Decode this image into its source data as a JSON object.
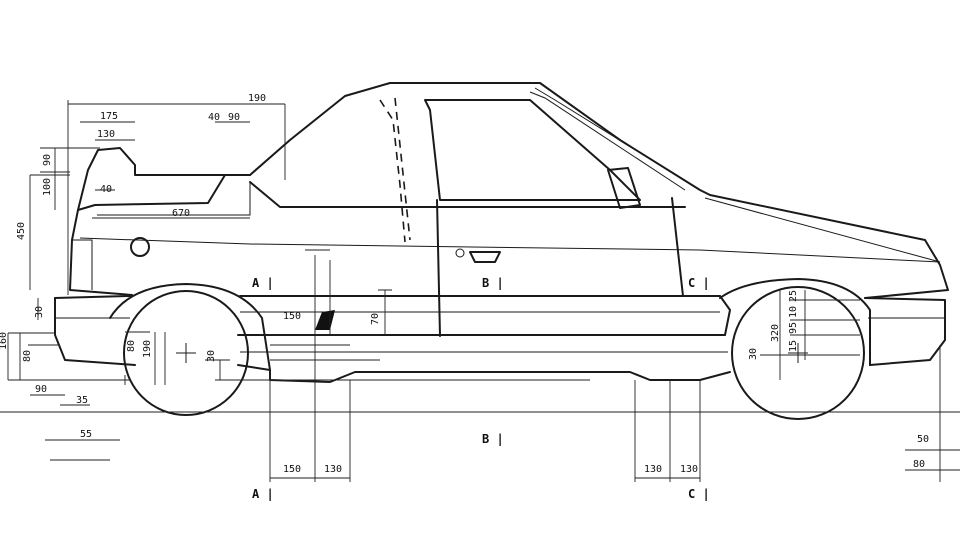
{
  "sections": {
    "a_top": "A |",
    "a_bottom": "A |",
    "b_mid": "B |",
    "b_bottom": "B |",
    "c_top": "C |",
    "c_bottom": "C |"
  },
  "dimensions": {
    "d175": "175",
    "d130_top": "130",
    "d40_a": "40",
    "d90_a": "90",
    "d190_top": "190",
    "d90_left": "90",
    "d100_left": "100",
    "d40_b": "40",
    "d670": "670",
    "d450": "450",
    "d30_left": "30",
    "d160_left": "160",
    "d80_left": "80",
    "d80_wheel": "80",
    "d190_wheel": "190",
    "d30_wheel": "30",
    "d90_bottom": "90",
    "d35": "35",
    "d55": "55",
    "d150_sill": "150",
    "d70_sill": "70",
    "d150_bottom": "150",
    "d130_a_bottom": "130",
    "d130_c_left": "130",
    "d130_c_right": "130",
    "d30_rear": "30",
    "d320": "320",
    "d25": "25",
    "d10": "10",
    "d95": "95",
    "d15": "15",
    "d50": "50",
    "d80_right": "80"
  }
}
